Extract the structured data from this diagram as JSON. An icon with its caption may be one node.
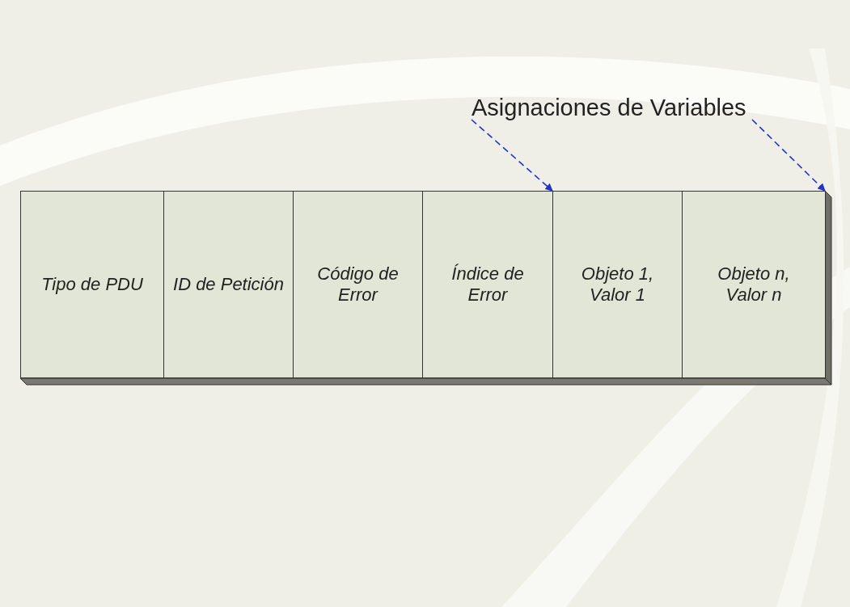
{
  "diagram": {
    "nodes": [
      {
        "text": [
          "Tipo de PDU"
        ]
      },
      {
        "text": [
          "ID de Petición"
        ]
      },
      {
        "text": [
          "Código de Error"
        ]
      },
      {
        "text": [
          "Índice de Error"
        ]
      },
      {
        "text": [
          "Objeto 1, Valor 1"
        ]
      },
      {
        "text": [
          "Objeto n, Valor n"
        ]
      },
      {
        "text": [
          "Asignaciones de Variables"
        ]
      }
    ],
    "edges": [
      {
        "from": 6,
        "to": 4,
        "arrow": "to",
        "style": "dashed"
      },
      {
        "from": 6,
        "to": 5,
        "arrow": "to",
        "style": "dashed"
      }
    ]
  }
}
